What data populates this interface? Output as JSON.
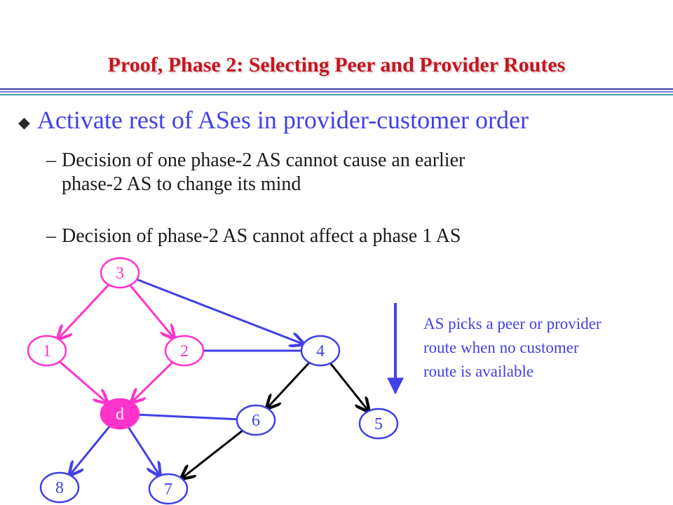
{
  "slide": {
    "title": "Proof, Phase 2: Selecting Peer and Provider Routes",
    "bullet": "Activate rest of ASes in provider-customer order",
    "sub_points": [
      {
        "dash": "–",
        "lines": [
          "Decision of one phase-2 AS cannot cause an earlier",
          "phase-2 AS to change its mind"
        ]
      },
      {
        "dash": "–",
        "lines": [
          "Decision of phase-2 AS cannot affect a phase 1 AS"
        ]
      }
    ],
    "note_lines": [
      "AS picks a peer or provider",
      "route when no customer",
      "route is available"
    ]
  },
  "colors": {
    "title": "#c8141e",
    "blue": "#4040e8",
    "magenta": "#ff33cc",
    "black": "#000000"
  },
  "diagram": {
    "nodes": [
      {
        "id": "3",
        "label": "3",
        "color": "magenta",
        "filled": false
      },
      {
        "id": "1",
        "label": "1",
        "color": "magenta",
        "filled": false
      },
      {
        "id": "2",
        "label": "2",
        "color": "magenta",
        "filled": false
      },
      {
        "id": "4",
        "label": "4",
        "color": "blue",
        "filled": false
      },
      {
        "id": "d",
        "label": "d",
        "color": "magenta",
        "filled": true
      },
      {
        "id": "6",
        "label": "6",
        "color": "blue",
        "filled": false
      },
      {
        "id": "5",
        "label": "5",
        "color": "blue",
        "filled": false
      },
      {
        "id": "8",
        "label": "8",
        "color": "blue",
        "filled": false
      },
      {
        "id": "7",
        "label": "7",
        "color": "blue",
        "filled": false
      }
    ],
    "edges": [
      {
        "from": "3",
        "to": "1",
        "color": "magenta",
        "arrow": true
      },
      {
        "from": "3",
        "to": "2",
        "color": "magenta",
        "arrow": true
      },
      {
        "from": "1",
        "to": "d",
        "color": "magenta",
        "arrow": true
      },
      {
        "from": "2",
        "to": "d",
        "color": "magenta",
        "arrow": true
      },
      {
        "from": "3",
        "to": "4",
        "color": "blue",
        "arrow": true
      },
      {
        "from": "2",
        "to": "4",
        "color": "blue",
        "arrow": false
      },
      {
        "from": "d",
        "to": "6",
        "color": "blue",
        "arrow": false
      },
      {
        "from": "4",
        "to": "6",
        "color": "black",
        "arrow": true
      },
      {
        "from": "4",
        "to": "5",
        "color": "black",
        "arrow": true
      },
      {
        "from": "6",
        "to": "7",
        "color": "black",
        "arrow": true
      },
      {
        "from": "d",
        "to": "8",
        "color": "blue",
        "arrow": true
      },
      {
        "from": "d",
        "to": "7",
        "color": "blue",
        "arrow": true
      }
    ],
    "order_arrow_color": "blue"
  }
}
